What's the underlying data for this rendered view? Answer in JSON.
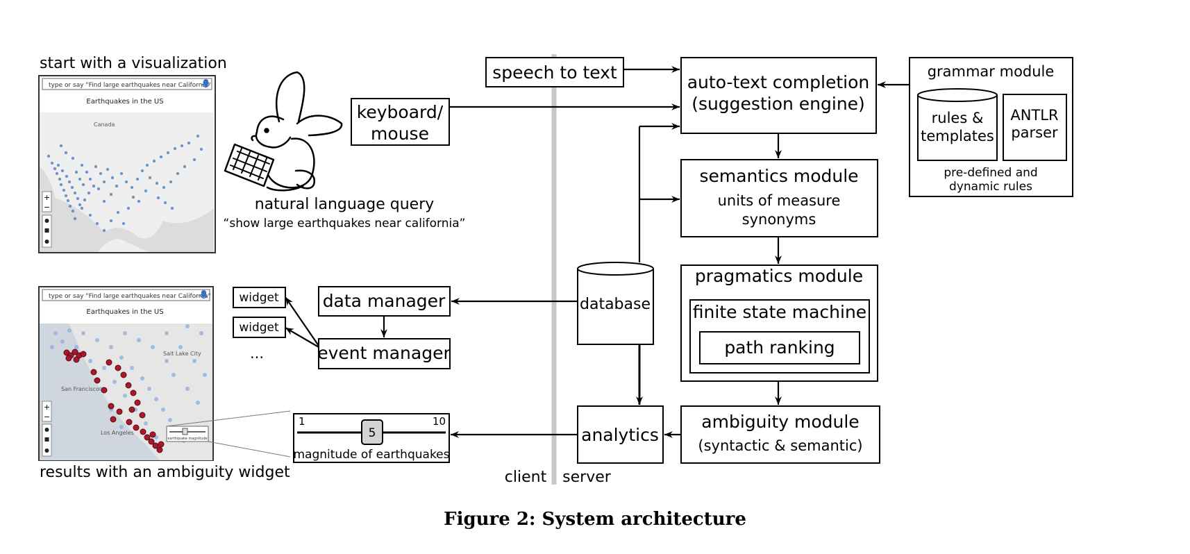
{
  "labels": {
    "start_viz": "start with a visualization",
    "results_viz": "results with an ambiguity widget",
    "nl_query": "natural language query",
    "nl_example": "“show large earthquakes near california”",
    "client": "client",
    "server": "server"
  },
  "map_top": {
    "search_placeholder": "type or say \"Find large earthquakes near California\"",
    "title": "Earthquakes in the US",
    "place": "Canada"
  },
  "map_bottom": {
    "search_placeholder": "type or say \"Find large earthquakes near California\"",
    "title": "Earthquakes in the US",
    "place_1": "San Francisco",
    "place_2": "Salt Lake City",
    "place_3": "Los Angeles",
    "mini_widget_label": "earthquake magnitude"
  },
  "zoom": {
    "plus": "+",
    "minus": "−"
  },
  "nodes": {
    "speech": "speech to text",
    "keyboard_l1": "keyboard/",
    "keyboard_l2": "mouse",
    "autotext_l1": "auto-text completion",
    "autotext_l2": "(suggestion engine)",
    "grammar_title": "grammar module",
    "rules_l1": "rules &",
    "rules_l2": "templates",
    "antlr_l1": "ANTLR",
    "antlr_l2": "parser",
    "grammar_note_l1": "pre-defined  and",
    "grammar_note_l2": "dynamic rules",
    "semantics_title": "semantics module",
    "semantics_l1": "units of measure",
    "semantics_l2": "synonyms",
    "pragmatics_title": "pragmatics module",
    "fsm": "finite state machine",
    "path_ranking": "path ranking",
    "database": "database",
    "data_manager": "data manager",
    "event_manager": "event manager",
    "widget_1": "widget",
    "widget_2": "widget",
    "ellipsis": "...",
    "analytics": "analytics",
    "ambiguity_l1": "ambiguity module",
    "ambiguity_l2": "(syntactic & semantic)"
  },
  "slider": {
    "min": "1",
    "max": "10",
    "value": "5",
    "label": "magnitude of earthquakes"
  },
  "caption": "Figure 2: System architecture"
}
